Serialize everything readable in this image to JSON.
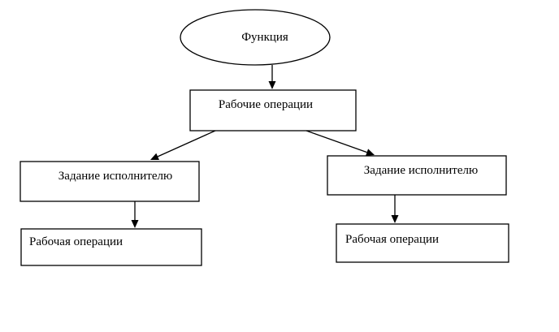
{
  "diagram": {
    "nodes": {
      "function": {
        "label": "Функция",
        "shape": "ellipse"
      },
      "work_operations": {
        "label": "Рабочие операции",
        "shape": "rectangle"
      },
      "task_left": {
        "label": "Задание исполнителю",
        "shape": "rectangle"
      },
      "task_right": {
        "label": "Задание исполнителю",
        "shape": "rectangle"
      },
      "operation_left": {
        "label": "Рабочая операции",
        "shape": "rectangle"
      },
      "operation_right": {
        "label": "Рабочая операции",
        "shape": "rectangle"
      }
    },
    "edges": [
      {
        "from": "function",
        "to": "work_operations"
      },
      {
        "from": "work_operations",
        "to": "task_left"
      },
      {
        "from": "work_operations",
        "to": "task_right"
      },
      {
        "from": "task_left",
        "to": "operation_left"
      },
      {
        "from": "task_right",
        "to": "operation_right"
      }
    ],
    "colors": {
      "stroke": "#000000",
      "fill": "#ffffff",
      "text": "#000000"
    }
  }
}
